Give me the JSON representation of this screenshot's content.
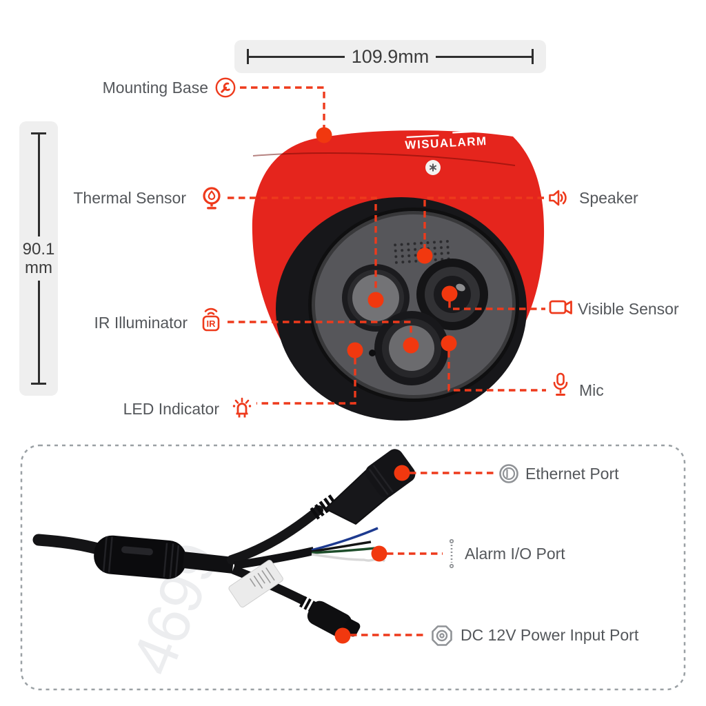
{
  "page": {
    "background": "#ffffff"
  },
  "colors": {
    "accent_red": "#ee3a1c",
    "callout_dot": "#f1380f",
    "label_text": "#54575b",
    "port_icon_gray": "#8f9296",
    "camera_body_red": "#e5251d",
    "dimension_bar_bg": "#efefef",
    "dimension_line": "#2e2e2e",
    "dashed_box_border": "#9aa0a4"
  },
  "dimensions": {
    "width": {
      "label": "109.9mm"
    },
    "height": {
      "line1": "90.1",
      "line2": "mm"
    }
  },
  "camera": {
    "brand": "WISUALARM"
  },
  "features": {
    "mounting_base": {
      "label": "Mounting Base",
      "icon": "wrench-circle-icon"
    },
    "thermal_sensor": {
      "label": "Thermal Sensor",
      "icon": "thermal-sensor-icon"
    },
    "speaker": {
      "label": "Speaker",
      "icon": "speaker-icon"
    },
    "ir_illuminator": {
      "label": "IR Illuminator",
      "icon": "ir-waves-icon"
    },
    "visible_sensor": {
      "label": "Visible Sensor",
      "icon": "video-camera-icon"
    },
    "led_indicator": {
      "label": "LED Indicator",
      "icon": "led-icon"
    },
    "mic": {
      "label": "Mic",
      "icon": "microphone-icon"
    }
  },
  "ports": {
    "ethernet": {
      "label": "Ethernet Port",
      "icon": "ethernet-icon"
    },
    "alarm_io": {
      "label": "Alarm I/O Port",
      "icon": "terminal-strip-icon"
    },
    "dc_power": {
      "label": "DC 12V Power Input Port",
      "icon": "dc-jack-icon"
    }
  },
  "watermark": "4699"
}
